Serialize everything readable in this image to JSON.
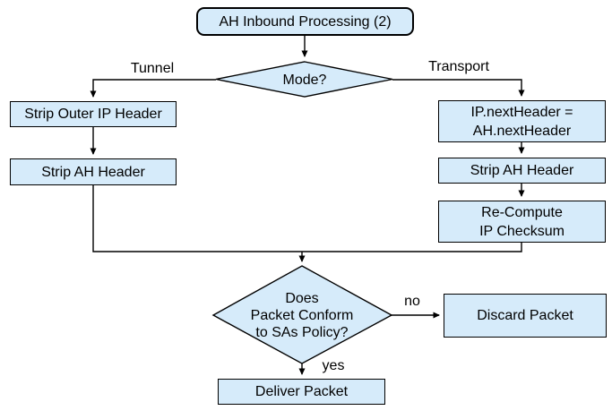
{
  "diagram": {
    "title": "AH Inbound Processing (2)",
    "type": "flowchart"
  },
  "nodes": {
    "start": {
      "label": "AH Inbound Processing (2)",
      "shape": "rounded-rect"
    },
    "mode_decision": {
      "label": "Mode?",
      "shape": "diamond"
    },
    "strip_outer_ip": {
      "label": "Strip Outer IP Header",
      "shape": "rect"
    },
    "strip_ah_tunnel": {
      "label": "Strip AH Header",
      "shape": "rect"
    },
    "ip_next_header": {
      "label": "IP.nextHeader =\nAH.nextHeader",
      "shape": "rect"
    },
    "strip_ah_transport": {
      "label": "Strip AH Header",
      "shape": "rect"
    },
    "recompute_checksum": {
      "label": "Re-Compute\nIP Checksum",
      "shape": "rect"
    },
    "policy_decision": {
      "label": "Does\nPacket Conform\nto SAs Policy?",
      "shape": "diamond"
    },
    "discard": {
      "label": "Discard Packet",
      "shape": "rect"
    },
    "deliver": {
      "label": "Deliver Packet",
      "shape": "rect"
    }
  },
  "edge_labels": {
    "tunnel": "Tunnel",
    "transport": "Transport",
    "no": "no",
    "yes": "yes"
  },
  "edges": [
    {
      "from": "start",
      "to": "mode_decision",
      "label": ""
    },
    {
      "from": "mode_decision",
      "to": "strip_outer_ip",
      "label": "Tunnel"
    },
    {
      "from": "mode_decision",
      "to": "ip_next_header",
      "label": "Transport"
    },
    {
      "from": "strip_outer_ip",
      "to": "strip_ah_tunnel",
      "label": ""
    },
    {
      "from": "ip_next_header",
      "to": "strip_ah_transport",
      "label": ""
    },
    {
      "from": "strip_ah_transport",
      "to": "recompute_checksum",
      "label": ""
    },
    {
      "from": "strip_ah_tunnel",
      "to": "policy_decision",
      "label": ""
    },
    {
      "from": "recompute_checksum",
      "to": "policy_decision",
      "label": ""
    },
    {
      "from": "policy_decision",
      "to": "discard",
      "label": "no"
    },
    {
      "from": "policy_decision",
      "to": "deliver",
      "label": "yes"
    }
  ],
  "colors": {
    "node_fill": "#d6ebfa",
    "node_border": "#000000",
    "connector": "#000000",
    "background": "#ffffff",
    "text": "#000000"
  }
}
